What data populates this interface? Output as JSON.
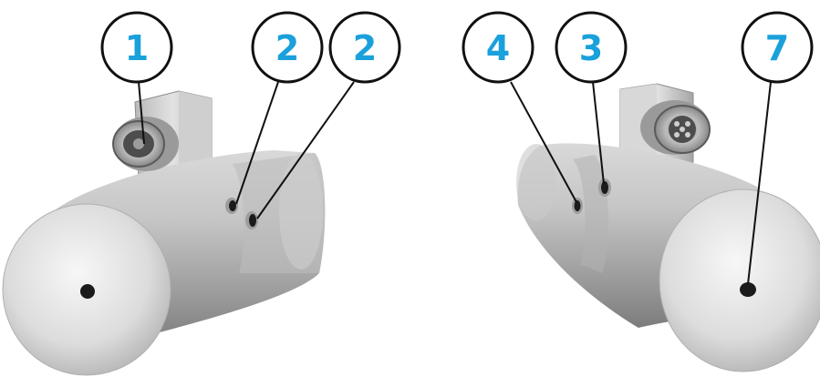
{
  "figure": {
    "colors": {
      "callout_text": "#1aa1db",
      "callout_ring": "#111111",
      "leader_line": "#111111",
      "metal_light": "#f2f2f2",
      "metal_mid": "#c8c8c8",
      "metal_dark": "#8a8a8a",
      "port_hole": "#1b1b1b"
    },
    "left_view": {
      "callouts": [
        {
          "id": "1",
          "label": "1",
          "target": "connector"
        },
        {
          "id": "2a",
          "label": "2",
          "target": "side-port-upper"
        },
        {
          "id": "2b",
          "label": "2",
          "target": "side-port-lower"
        }
      ]
    },
    "right_view": {
      "callouts": [
        {
          "id": "4",
          "label": "4",
          "target": "side-port-rear"
        },
        {
          "id": "3",
          "label": "3",
          "target": "side-port-front"
        },
        {
          "id": "7",
          "label": "7",
          "target": "end-face-port"
        }
      ]
    }
  }
}
